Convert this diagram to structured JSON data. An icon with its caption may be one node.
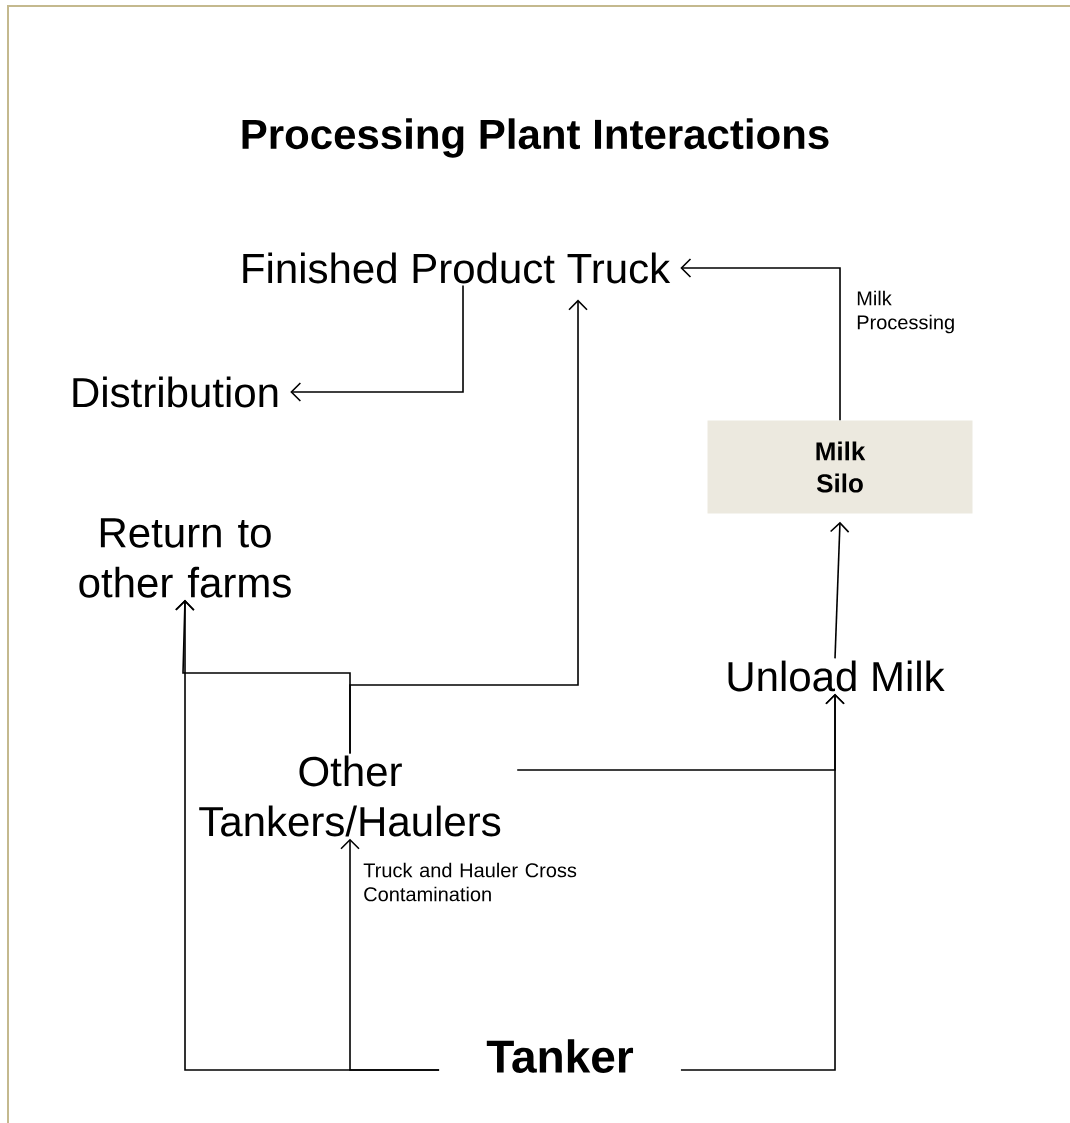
{
  "diagram": {
    "title": "Processing Plant Interactions",
    "nodes": [
      {
        "text": [
          "Finished Product Truck"
        ]
      },
      {
        "text": [
          "Distribution"
        ]
      },
      {
        "text": [
          "Return to other farms"
        ]
      },
      {
        "text": [
          "Milk Silo"
        ]
      },
      {
        "text": [
          "Unload Milk"
        ]
      },
      {
        "text": [
          "Other Tankers/Haulers"
        ]
      },
      {
        "text": [
          "Tanker"
        ]
      }
    ],
    "edges": [
      {
        "from": 0,
        "to": 1,
        "arrow": "to"
      },
      {
        "from": 3,
        "to": 0,
        "arrow": "to",
        "label": "Milk Processing"
      },
      {
        "from": 4,
        "to": 3,
        "arrow": "to"
      },
      {
        "from": 5,
        "to": 4,
        "arrow": "to"
      },
      {
        "from": 6,
        "to": 4,
        "arrow": "to"
      },
      {
        "from": 6,
        "to": 5,
        "arrow": "to",
        "label": "Truck and Hauler Cross Contamination"
      },
      {
        "from": 6,
        "to": 2,
        "arrow": "to"
      },
      {
        "from": 5,
        "to": 2,
        "arrow": "to"
      },
      {
        "from": 5,
        "to": 0,
        "arrow": "to"
      }
    ]
  }
}
